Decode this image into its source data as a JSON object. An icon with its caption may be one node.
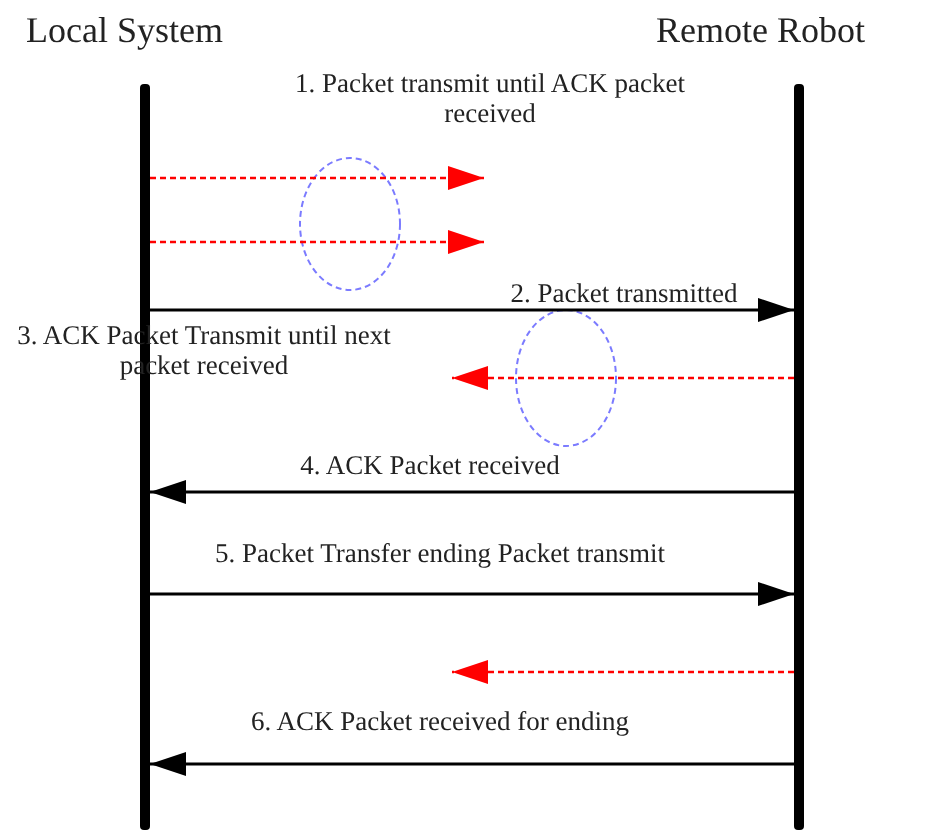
{
  "diagram": {
    "nodes": [
      {
        "text": [
          "Local System"
        ]
      },
      {
        "text": [
          "Remote Robot"
        ]
      }
    ],
    "edges": [
      {
        "from": 0,
        "to": null,
        "arrow": "to",
        "style": "dashed",
        "color": "#ff0000"
      },
      {
        "from": 0,
        "to": null,
        "arrow": "to",
        "style": "dashed",
        "color": "#ff0000"
      },
      {
        "from": 0,
        "to": 1,
        "arrow": "to",
        "label": "2. Packet transmitted",
        "color": "#000000"
      },
      {
        "from": 1,
        "to": null,
        "arrow": "to",
        "style": "dashed",
        "color": "#ff0000"
      },
      {
        "from": 1,
        "to": 0,
        "arrow": "to",
        "label": "4. ACK Packet received",
        "color": "#000000"
      },
      {
        "from": 0,
        "to": 1,
        "arrow": "to",
        "label": "5. Packet Transfer ending Packet transmit",
        "color": "#000000"
      },
      {
        "from": 1,
        "to": null,
        "arrow": "to",
        "style": "dashed",
        "color": "#ff0000"
      },
      {
        "from": 1,
        "to": 0,
        "arrow": "to",
        "label": "6. ACK Packet received for ending",
        "color": "#000000"
      }
    ],
    "labels": [
      "1. Packet transmit until ACK packet received",
      "3. ACK Packet Transmit until next packet received"
    ]
  }
}
